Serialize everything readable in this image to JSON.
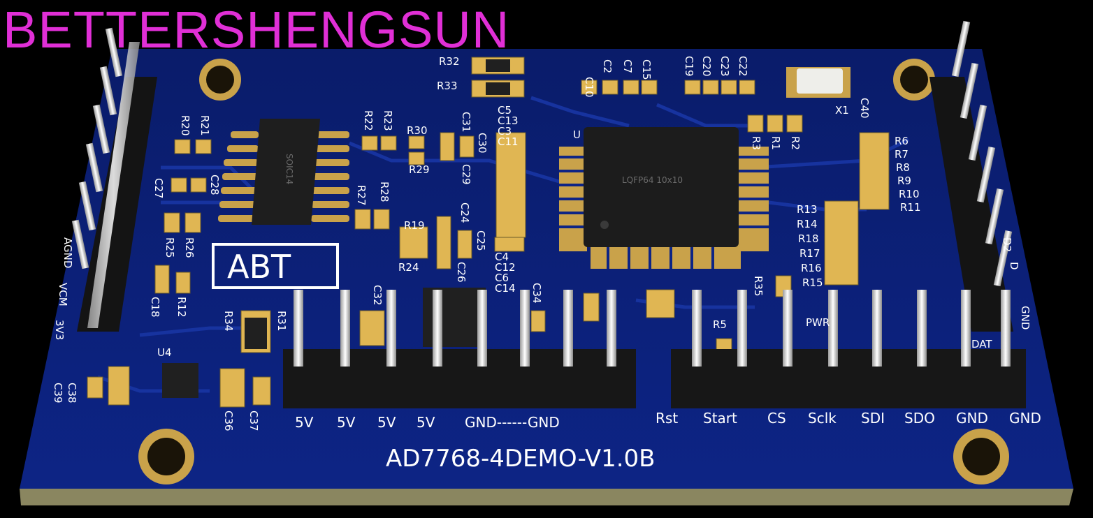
{
  "watermark": "BETTERSHENGSUN",
  "colors": {
    "board": "#0b1f72",
    "edge": "#8a8660",
    "silk": "#ffffff",
    "pad": "#c9a24a",
    "watermark": "#e02fd6"
  },
  "board": {
    "title": "AD7768-4DEMO-V1.0B",
    "logo": "ABT",
    "main_chip_label": "LQFP64 10x10",
    "soic_label": "SOIC14",
    "labels": {
      "pwr": "PWR",
      "x1": "X1",
      "c40": "C40",
      "u_partial": "U",
      "u4": "U4"
    },
    "left_edge_labels": [
      "AGND",
      "VCM",
      "3V3"
    ],
    "right_edge_labels": [
      "D2",
      "D",
      "GND",
      "DAT"
    ],
    "bottom_left_pins": [
      "5V",
      "5V",
      "5V",
      "5V",
      "GND------GND"
    ],
    "bottom_right_pins": [
      "Rst",
      "Start",
      "CS",
      "Sclk",
      "SDI",
      "SDO",
      "GND",
      "GND"
    ],
    "designators": {
      "r32": "R32",
      "r33": "R33",
      "c10": "C10",
      "c2": "C2",
      "c7": "C7",
      "c15": "C15",
      "c19": "C19",
      "c20": "C20",
      "c23": "C23",
      "c22": "C22",
      "r20": "R20",
      "r21": "R21",
      "r22": "R22",
      "r23": "R23",
      "r30": "R30",
      "c31": "C31",
      "c30": "C30",
      "r29": "R29",
      "c29": "C29",
      "c5": "C5",
      "c13": "C13",
      "c3": "C3",
      "c11": "C11",
      "r3": "R3",
      "r1": "R1",
      "r2": "R2",
      "r6": "R6",
      "r7": "R7",
      "r8": "R8",
      "r9": "R9",
      "r10": "R10",
      "r11": "R11",
      "c27": "C27",
      "c28": "C28",
      "r27": "R27",
      "r28": "R28",
      "r25": "R25",
      "r26": "R26",
      "r19": "R19",
      "c24": "C24",
      "c25": "C25",
      "r24": "R24",
      "c26": "C26",
      "c4": "C4",
      "c12": "C12",
      "c6": "C6",
      "c14": "C14",
      "r13": "R13",
      "r14": "R14",
      "r18": "R18",
      "r17": "R17",
      "r16": "R16",
      "r15": "R15",
      "c18": "C18",
      "r12": "R12",
      "r35": "R35",
      "r5": "R5",
      "r34": "R34",
      "r31": "R31",
      "c32": "C32",
      "c34": "C34",
      "c38": "C38",
      "c39": "C39",
      "c36": "C36",
      "c37": "C37"
    }
  }
}
